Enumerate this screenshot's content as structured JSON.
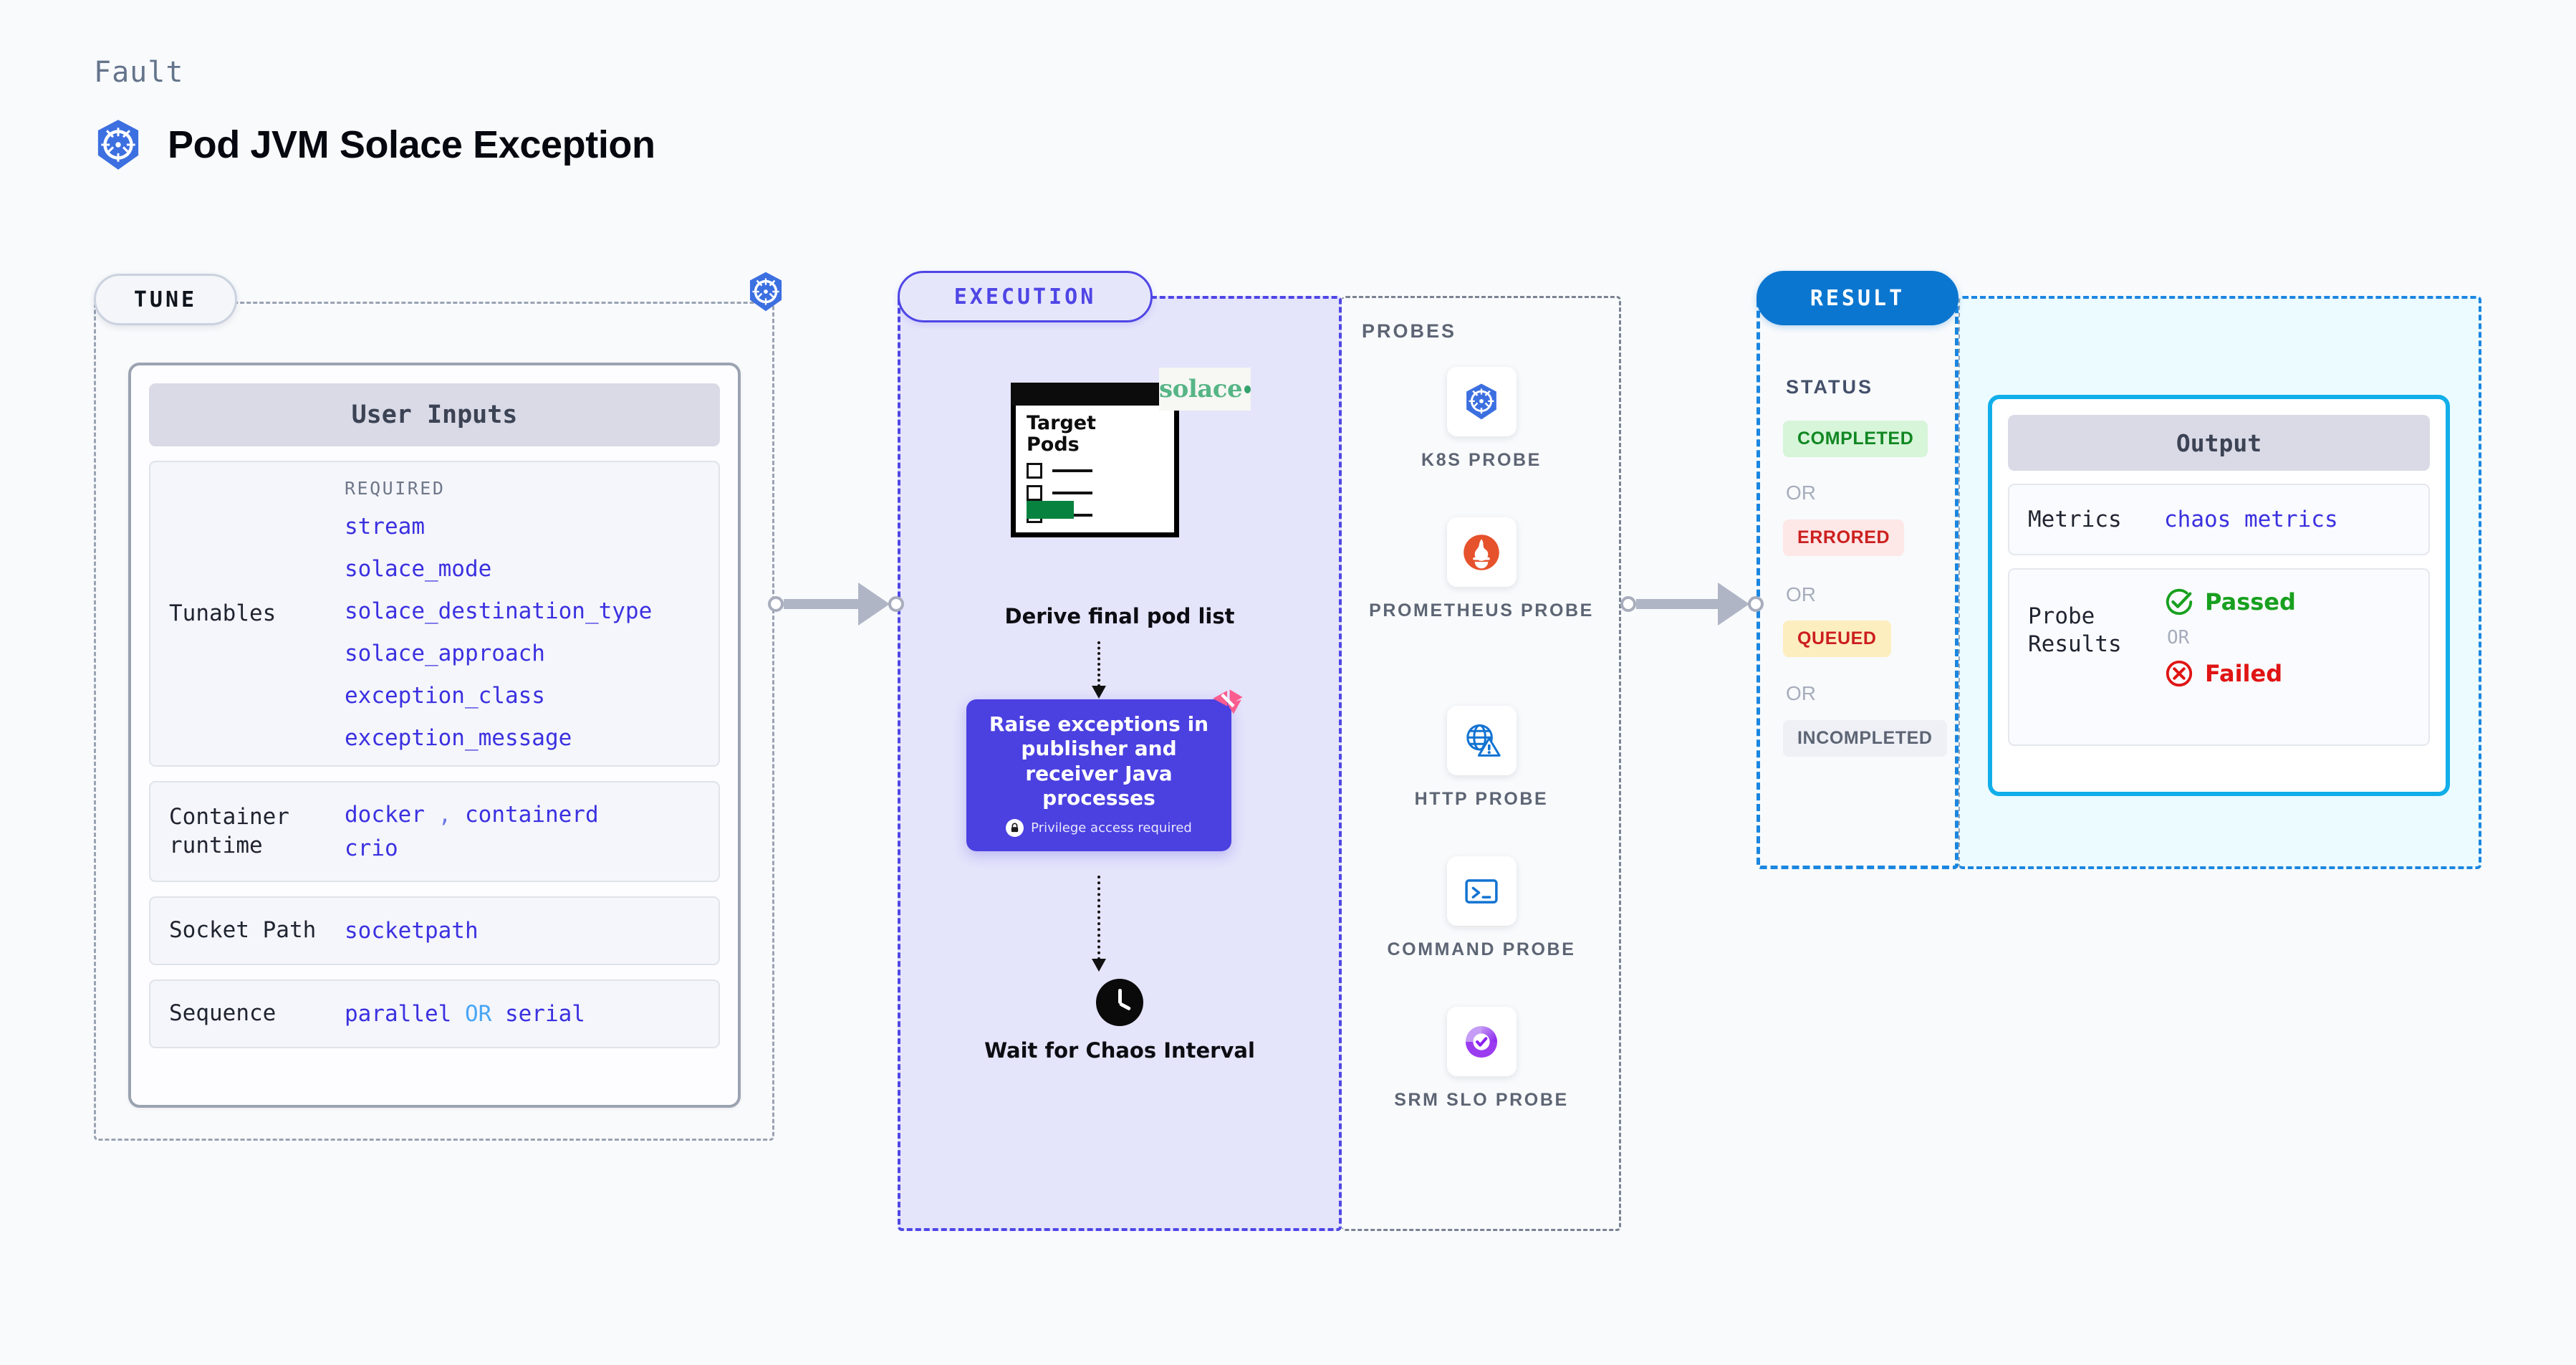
{
  "header": {
    "eyebrow": "Fault",
    "title": "Pod JVM Solace Exception",
    "icon": "kubernetes-icon"
  },
  "tune": {
    "stage_label": "TUNE",
    "card_title": "User Inputs",
    "tunables": {
      "label": "Tunables",
      "required_caption": "REQUIRED",
      "items": [
        "stream",
        "solace_mode",
        "solace_destination_type",
        "solace_approach",
        "exception_class",
        "exception_message"
      ]
    },
    "rows": [
      {
        "label": "Container runtime",
        "values": [
          "docker",
          "containerd",
          "crio"
        ],
        "separator": ","
      },
      {
        "label": "Socket Path",
        "values": [
          "socketpath"
        ]
      },
      {
        "label": "Sequence",
        "values": [
          "parallel",
          "serial"
        ],
        "separator": "OR"
      }
    ]
  },
  "execution": {
    "stage_label": "EXECUTION",
    "pod_card": {
      "title_line1": "Target",
      "title_line2": "Pods",
      "brand": "solace"
    },
    "step1_caption": "Derive final pod list",
    "action": {
      "text": "Raise exceptions in publisher and receiver Java processes",
      "note": "Privilege access required",
      "note_icon": "lock-icon",
      "corner_icon": "chaos-badge-icon"
    },
    "step3_caption": "Wait for Chaos Interval",
    "wait_icon": "clock-icon"
  },
  "probes": {
    "caption": "PROBES",
    "items": [
      {
        "label": "K8S PROBE",
        "icon": "kubernetes-icon"
      },
      {
        "label": "PROMETHEUS PROBE",
        "icon": "prometheus-icon"
      },
      {
        "label": "HTTP PROBE",
        "icon": "http-globe-warning-icon"
      },
      {
        "label": "COMMAND PROBE",
        "icon": "terminal-icon"
      },
      {
        "label": "SRM SLO PROBE",
        "icon": "srm-slo-gauge-icon"
      }
    ]
  },
  "result": {
    "stage_label": "RESULT",
    "status_caption": "STATUS",
    "or_label": "OR",
    "statuses": [
      {
        "label": "COMPLETED",
        "bg": "#d6f5d9",
        "fg": "#118722"
      },
      {
        "label": "ERRORED",
        "bg": "#fde7e7",
        "fg": "#cc1f1f"
      },
      {
        "label": "QUEUED",
        "bg": "#fdeec0",
        "fg": "#cc1f1f"
      },
      {
        "label": "INCOMPLETED",
        "bg": "#eef0f6",
        "fg": "#5d6574"
      }
    ],
    "output": {
      "title": "Output",
      "metrics_label": "Metrics",
      "metrics_value": "chaos metrics",
      "probe_results_label": "Probe Results",
      "passed_label": "Passed",
      "failed_label": "Failed",
      "or_label": "OR",
      "passed_icon": "check-circle-icon",
      "failed_icon": "x-circle-icon"
    }
  },
  "colors": {
    "accent_indigo": "#4f46e5",
    "accent_blue": "#0b76d0",
    "accent_cyan": "#11aeea",
    "value_blue": "#3b31e0",
    "pink_badge": "#fb5c8e"
  }
}
